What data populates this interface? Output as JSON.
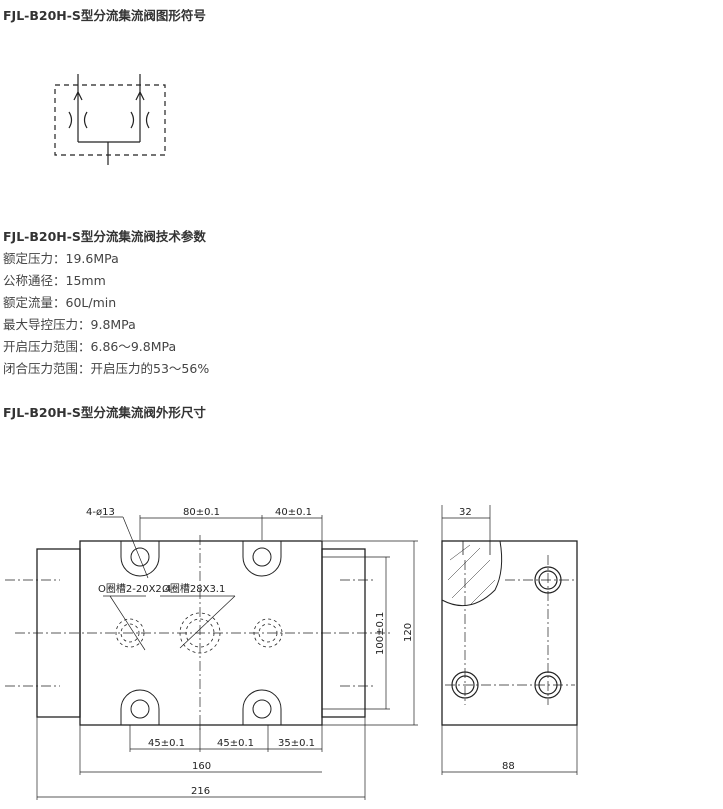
{
  "sections": {
    "symbol_title": "FJL-B20H-S型分流集流阀图形符号",
    "params_title": "FJL-B20H-S型分流集流阀技术参数",
    "dims_title": "FJL-B20H-S型分流集流阀外形尺寸"
  },
  "params": [
    {
      "label": "额定压力：",
      "value": "19.6MPa"
    },
    {
      "label": "公称通径：",
      "value": "15mm"
    },
    {
      "label": "额定流量：",
      "value": "60L/min"
    },
    {
      "label": "最大导控压力：",
      "value": "9.8MPa"
    },
    {
      "label": "开启压力范围：",
      "value": "6.86～9.8MPa"
    },
    {
      "label": "闭合压力范围：",
      "value": "开启压力的53～56%"
    }
  ],
  "drawing": {
    "holes": "4-ø13",
    "oring1": "O圈槽2-20X2.4",
    "oring2": "O圈槽28X3.1",
    "d80": "80±0.1",
    "d40": "40±0.1",
    "d45a": "45±0.1",
    "d45b": "45±0.1",
    "d35": "35±0.1",
    "d160": "160",
    "d216": "216",
    "d100": "100±0.1",
    "d120": "120",
    "d32": "32",
    "d88": "88"
  }
}
